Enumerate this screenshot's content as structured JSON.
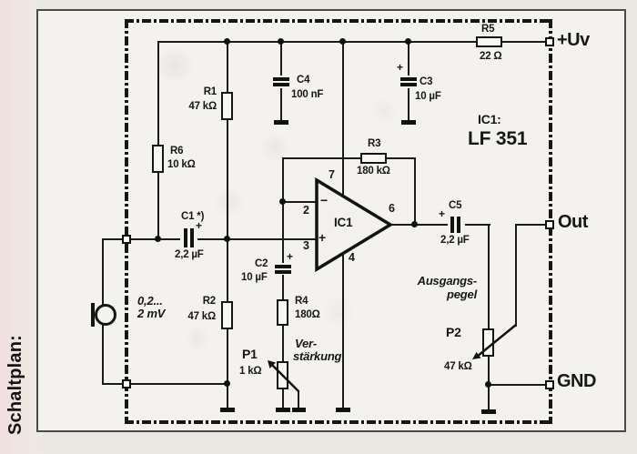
{
  "title": {
    "side_label": "Schaltplan:"
  },
  "terminals": {
    "vplus": "+Uv",
    "out": "Out",
    "gnd": "GND"
  },
  "ic": {
    "heading": "IC1:",
    "part": "LF 351",
    "name": "IC1",
    "minus": "−",
    "plus": "+",
    "pin2": "2",
    "pin3": "3",
    "pin4": "4",
    "pin6": "6",
    "pin7": "7"
  },
  "components": {
    "r1": {
      "ref": "R1",
      "value": "47 kΩ"
    },
    "r2": {
      "ref": "R2",
      "value": "47 kΩ"
    },
    "r3": {
      "ref": "R3",
      "value": "180 kΩ"
    },
    "r4": {
      "ref": "R4",
      "value": "180Ω"
    },
    "r5": {
      "ref": "R5",
      "value": "22 Ω"
    },
    "r6": {
      "ref": "R6",
      "value": "10 kΩ"
    },
    "c1": {
      "ref": "C1 *)",
      "value": "2,2 µF",
      "polarity": "+"
    },
    "c2": {
      "ref": "C2",
      "value": "10 µF",
      "polarity": "+"
    },
    "c3": {
      "ref": "C3",
      "value": "10 µF",
      "polarity": "+"
    },
    "c4": {
      "ref": "C4",
      "value": "100 nF"
    },
    "c5": {
      "ref": "C5",
      "value": "2,2 µF",
      "polarity": "+"
    },
    "p1": {
      "ref": "P1",
      "value": "1 kΩ"
    },
    "p2": {
      "ref": "P2",
      "value": "47 kΩ"
    }
  },
  "annotations": {
    "input_level_1": "0,2...",
    "input_level_2": "2 mV",
    "gain_1": "Ver-",
    "gain_2": "stärkung",
    "output_level_1": "Ausgangs-",
    "output_level_2": "pegel"
  }
}
